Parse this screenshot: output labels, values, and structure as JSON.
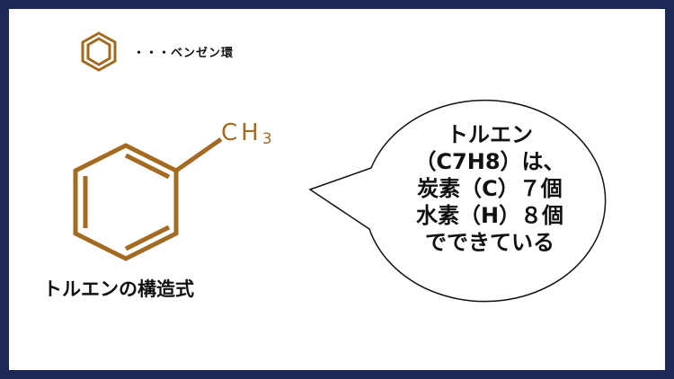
{
  "colors": {
    "frame": "#1c2a55",
    "bond": "#a36a21",
    "text": "#111111"
  },
  "legend": {
    "icon": "benzene-ring-icon",
    "label": "・・・ベンゼン環"
  },
  "molecule": {
    "substituent": "CH",
    "subscript": "3"
  },
  "caption": "トルエンの構造式",
  "speech_bubble": {
    "lines": [
      "トルエン",
      "（C7H8）は、",
      "炭素（C）７個",
      "水素（H）８個",
      "でできている"
    ]
  }
}
